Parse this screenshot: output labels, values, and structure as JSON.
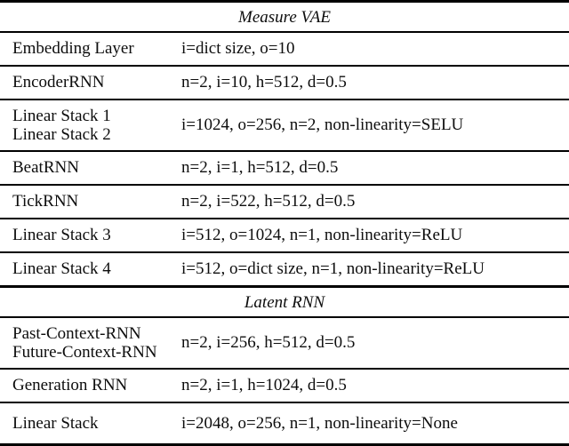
{
  "table": {
    "sections": [
      {
        "header": "Measure VAE",
        "rows": [
          {
            "name": [
              "Embedding Layer"
            ],
            "params": "i=dict size, o=10"
          },
          {
            "name": [
              "EncoderRNN"
            ],
            "params": "n=2, i=10, h=512, d=0.5"
          },
          {
            "name": [
              "Linear Stack 1",
              "Linear Stack 2"
            ],
            "params": "i=1024, o=256, n=2, non-linearity=SELU"
          },
          {
            "name": [
              "BeatRNN"
            ],
            "params": "n=2, i=1, h=512, d=0.5"
          },
          {
            "name": [
              "TickRNN"
            ],
            "params": "n=2, i=522, h=512, d=0.5"
          },
          {
            "name": [
              "Linear Stack 3"
            ],
            "params": "i=512, o=1024, n=1, non-linearity=ReLU"
          },
          {
            "name": [
              "Linear Stack 4"
            ],
            "params": "i=512, o=dict size, n=1, non-linearity=ReLU"
          }
        ]
      },
      {
        "header": "Latent RNN",
        "rows": [
          {
            "name": [
              "Past-Context-RNN",
              "Future-Context-RNN"
            ],
            "params": "n=2, i=256, h=512, d=0.5"
          },
          {
            "name": [
              "Generation RNN"
            ],
            "params": "n=2, i=1, h=1024, d=0.5"
          },
          {
            "name": [
              "Linear Stack"
            ],
            "params": "i=2048, o=256, n=1, non-linearity=None"
          }
        ]
      }
    ]
  }
}
